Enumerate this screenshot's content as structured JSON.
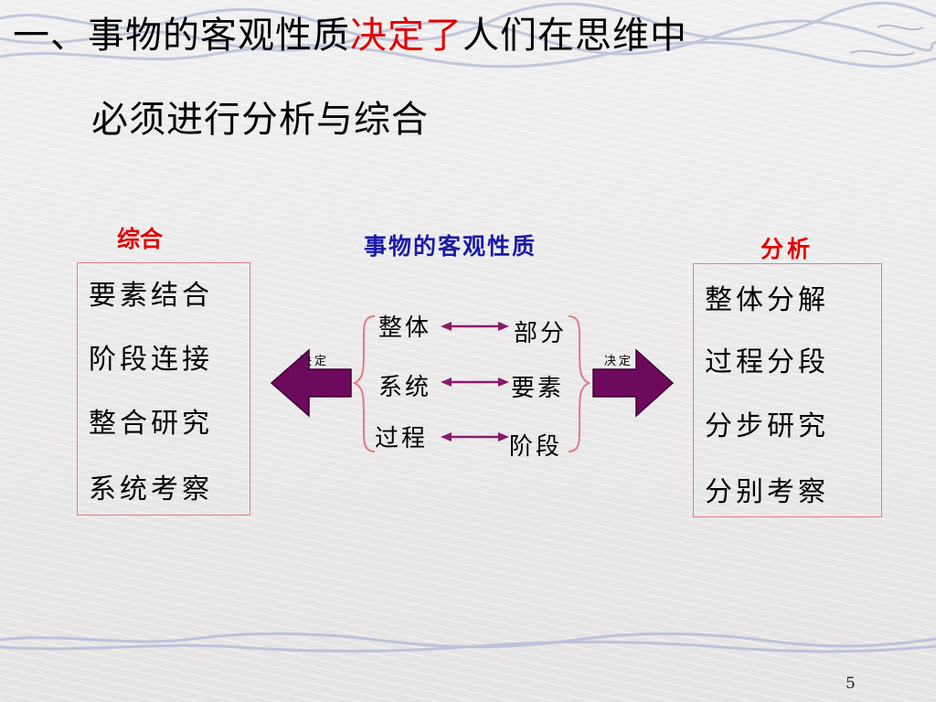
{
  "title": {
    "line1_prefix": "一、事物的客观性质",
    "line1_highlight": "决定了",
    "line1_suffix": "人们在思维中",
    "line2": "必须进行分析与综合"
  },
  "left": {
    "heading": "综合",
    "items": [
      "要素结合",
      "阶段连接",
      "整合研究",
      "系统考察"
    ]
  },
  "center": {
    "heading": "事物的客观性质",
    "pairs": [
      {
        "whole": "整体",
        "part": "部分"
      },
      {
        "whole": "系统",
        "part": "要素"
      },
      {
        "whole": "过程",
        "part": "阶段"
      }
    ]
  },
  "right": {
    "heading": "分析",
    "items": [
      "整体分解",
      "过程分段",
      "分步研究",
      "分别考察"
    ]
  },
  "arrows": {
    "left_label": "决定",
    "right_label": "决定",
    "fill_color": "#6e0a5e",
    "double_arrow_color": "#8a1a6a"
  },
  "accent": {
    "highlight_red": "#e00000",
    "heading_blue": "#1a1aa8",
    "box_border": "#e07a8a"
  },
  "footer": {
    "page_number": "5"
  }
}
